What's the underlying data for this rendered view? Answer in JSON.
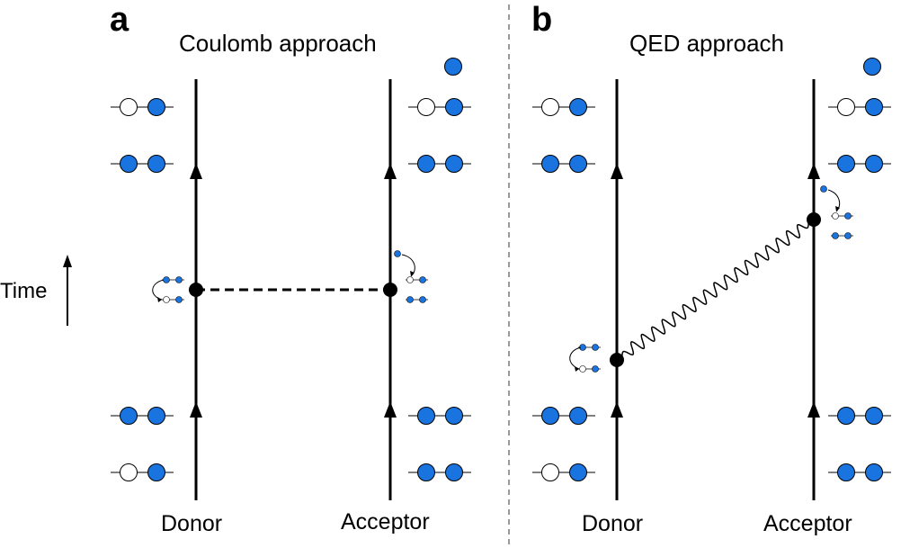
{
  "panel_a": {
    "letter": "a",
    "title": "Coulomb approach",
    "donor": "Donor",
    "acceptor": "Acceptor"
  },
  "panel_b": {
    "letter": "b",
    "title": "QED approach",
    "donor": "Donor",
    "acceptor": "Acceptor"
  },
  "time_label": "Time",
  "colors": {
    "filled": "#1a74e0",
    "empty": "#ffffff",
    "line": "#000000",
    "divider": "#999999"
  }
}
